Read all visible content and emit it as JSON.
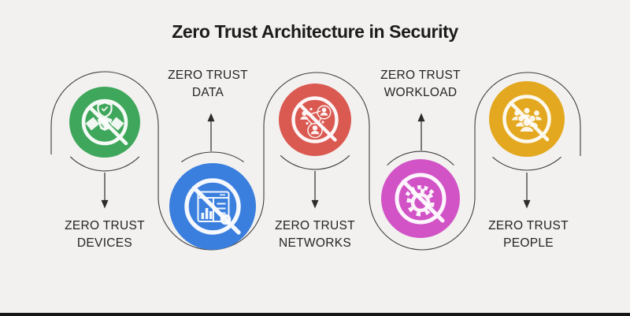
{
  "title": "Zero Trust Architecture in Security",
  "items": [
    {
      "id": "devices",
      "label_line1": "ZERO TRUST",
      "label_line2": "DEVICES",
      "color": "#3fa75c",
      "icon": "handshake-shield-prohibited-icon",
      "label_position": "below",
      "arrow_direction": "down"
    },
    {
      "id": "data",
      "label_line1": "ZERO TRUST",
      "label_line2": "DATA",
      "color": "#3b7fde",
      "icon": "data-document-prohibited-icon",
      "label_position": "above",
      "arrow_direction": "up"
    },
    {
      "id": "networks",
      "label_line1": "ZERO TRUST",
      "label_line2": "NETWORKS",
      "color": "#da5951",
      "icon": "people-network-prohibited-icon",
      "label_position": "below",
      "arrow_direction": "down"
    },
    {
      "id": "workload",
      "label_line1": "ZERO TRUST",
      "label_line2": "WORKLOAD",
      "color": "#d153c6",
      "icon": "gear-gauge-prohibited-icon",
      "label_position": "above",
      "arrow_direction": "up"
    },
    {
      "id": "people",
      "label_line1": "ZERO TRUST",
      "label_line2": "PEOPLE",
      "color": "#e3a81f",
      "icon": "people-group-prohibited-icon",
      "label_position": "below",
      "arrow_direction": "down"
    }
  ],
  "colors": {
    "background": "#f2f1ef",
    "line": "#3e3e3e",
    "arrow": "#2c2c2c",
    "text": "#242424",
    "title_text": "#1b1b1b",
    "bottom_bar": "#161616",
    "icon_foreground": "#ffffff"
  }
}
